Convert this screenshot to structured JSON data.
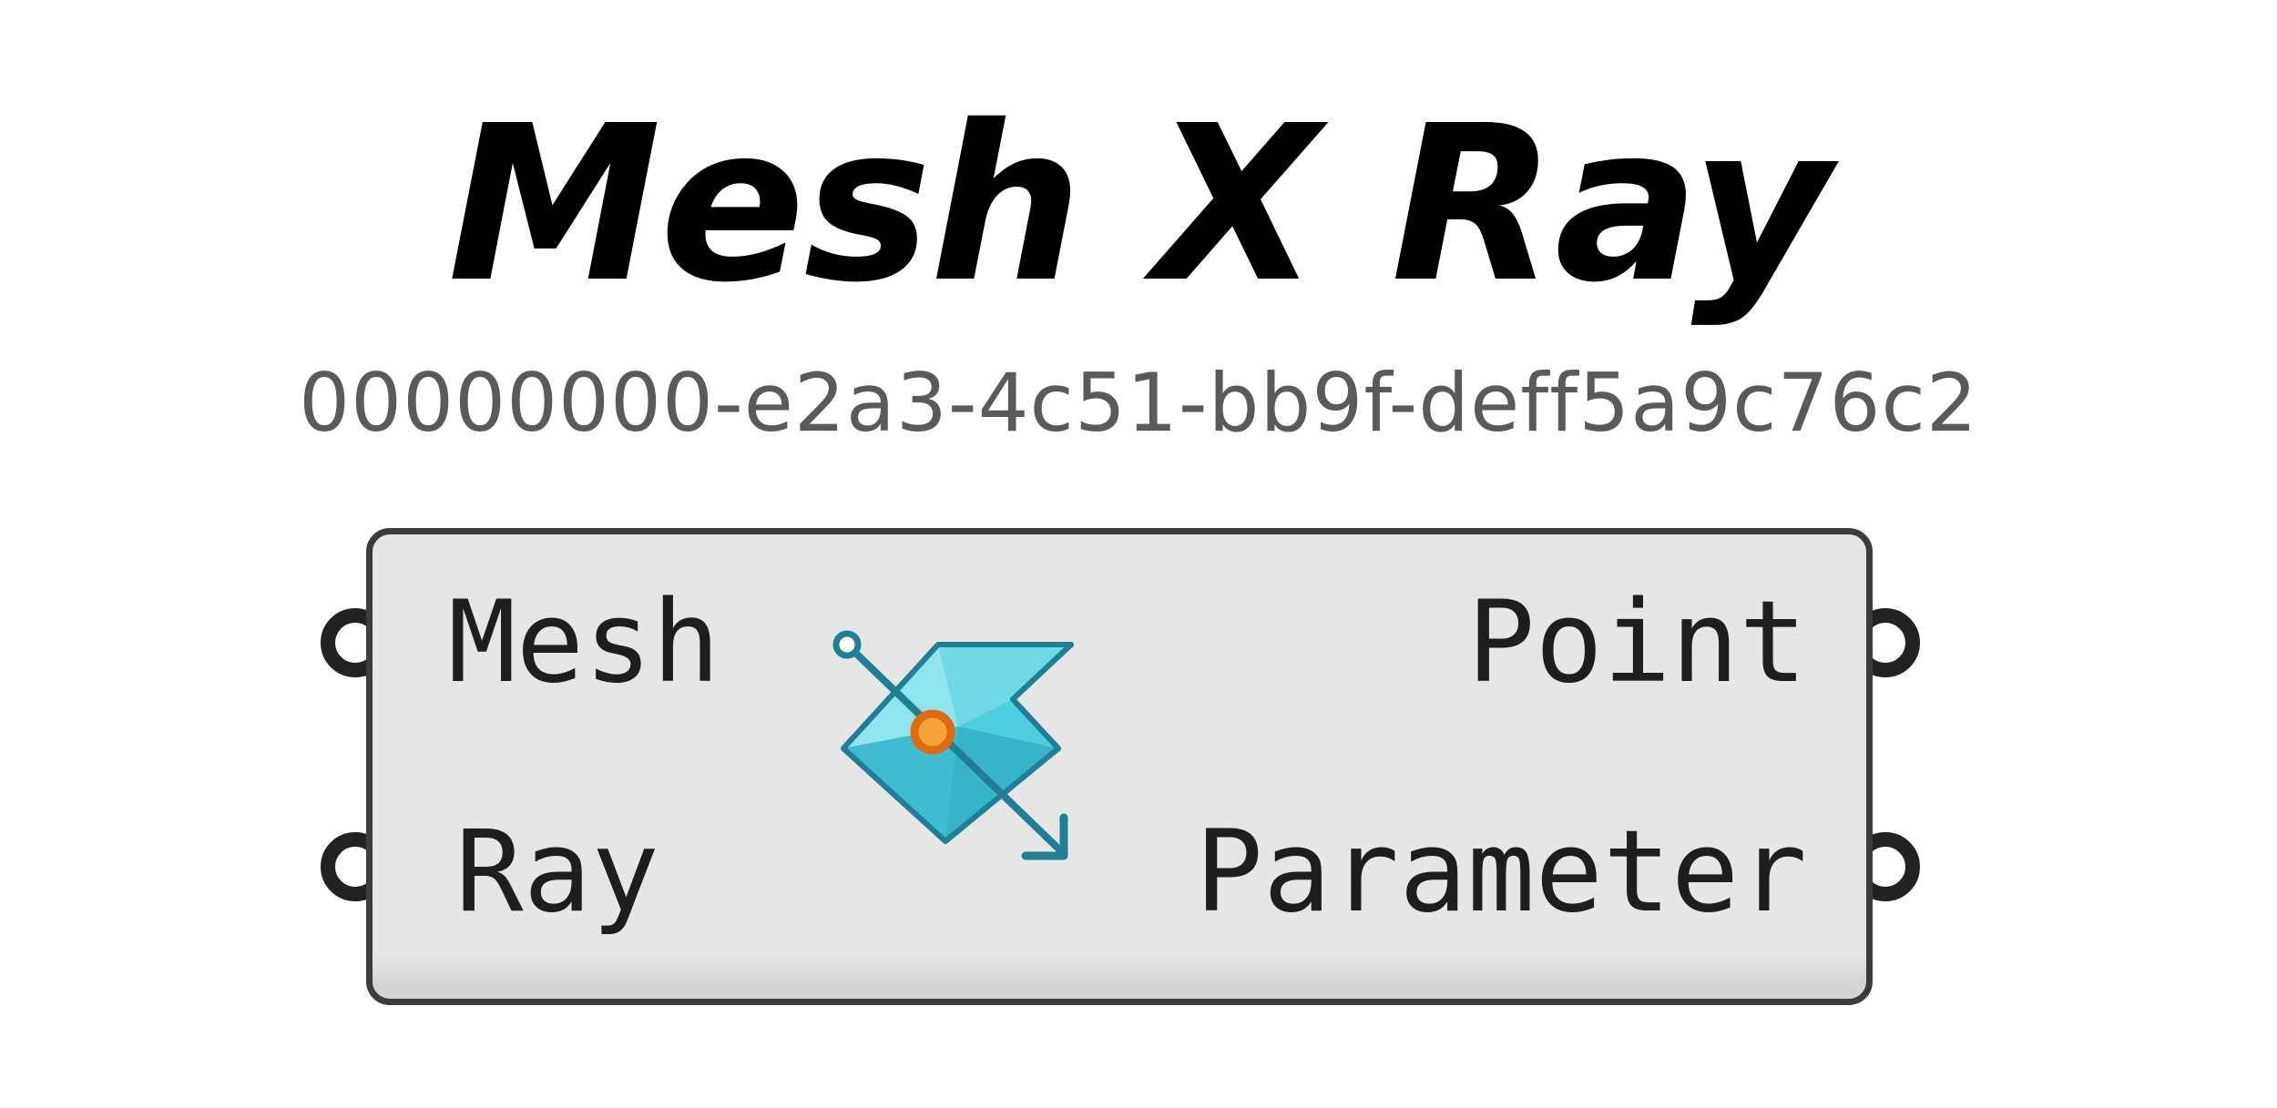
{
  "component": {
    "title": "Mesh X Ray",
    "guid": "00000000-e2a3-4c51-bb9f-deff5a9c76c2",
    "icon": "mesh-ray-intersection-icon",
    "inputs": [
      {
        "label": "Mesh"
      },
      {
        "label": "Ray"
      }
    ],
    "outputs": [
      {
        "label": "Point"
      },
      {
        "label": "Parameter"
      }
    ]
  },
  "colors": {
    "body": "#e6e6e6",
    "border": "#3c3c3c",
    "guid_text": "#5a5a5a",
    "icon_teal": "#3fc6d6",
    "icon_stroke": "#1e7f96",
    "icon_point": "#e8771e"
  }
}
